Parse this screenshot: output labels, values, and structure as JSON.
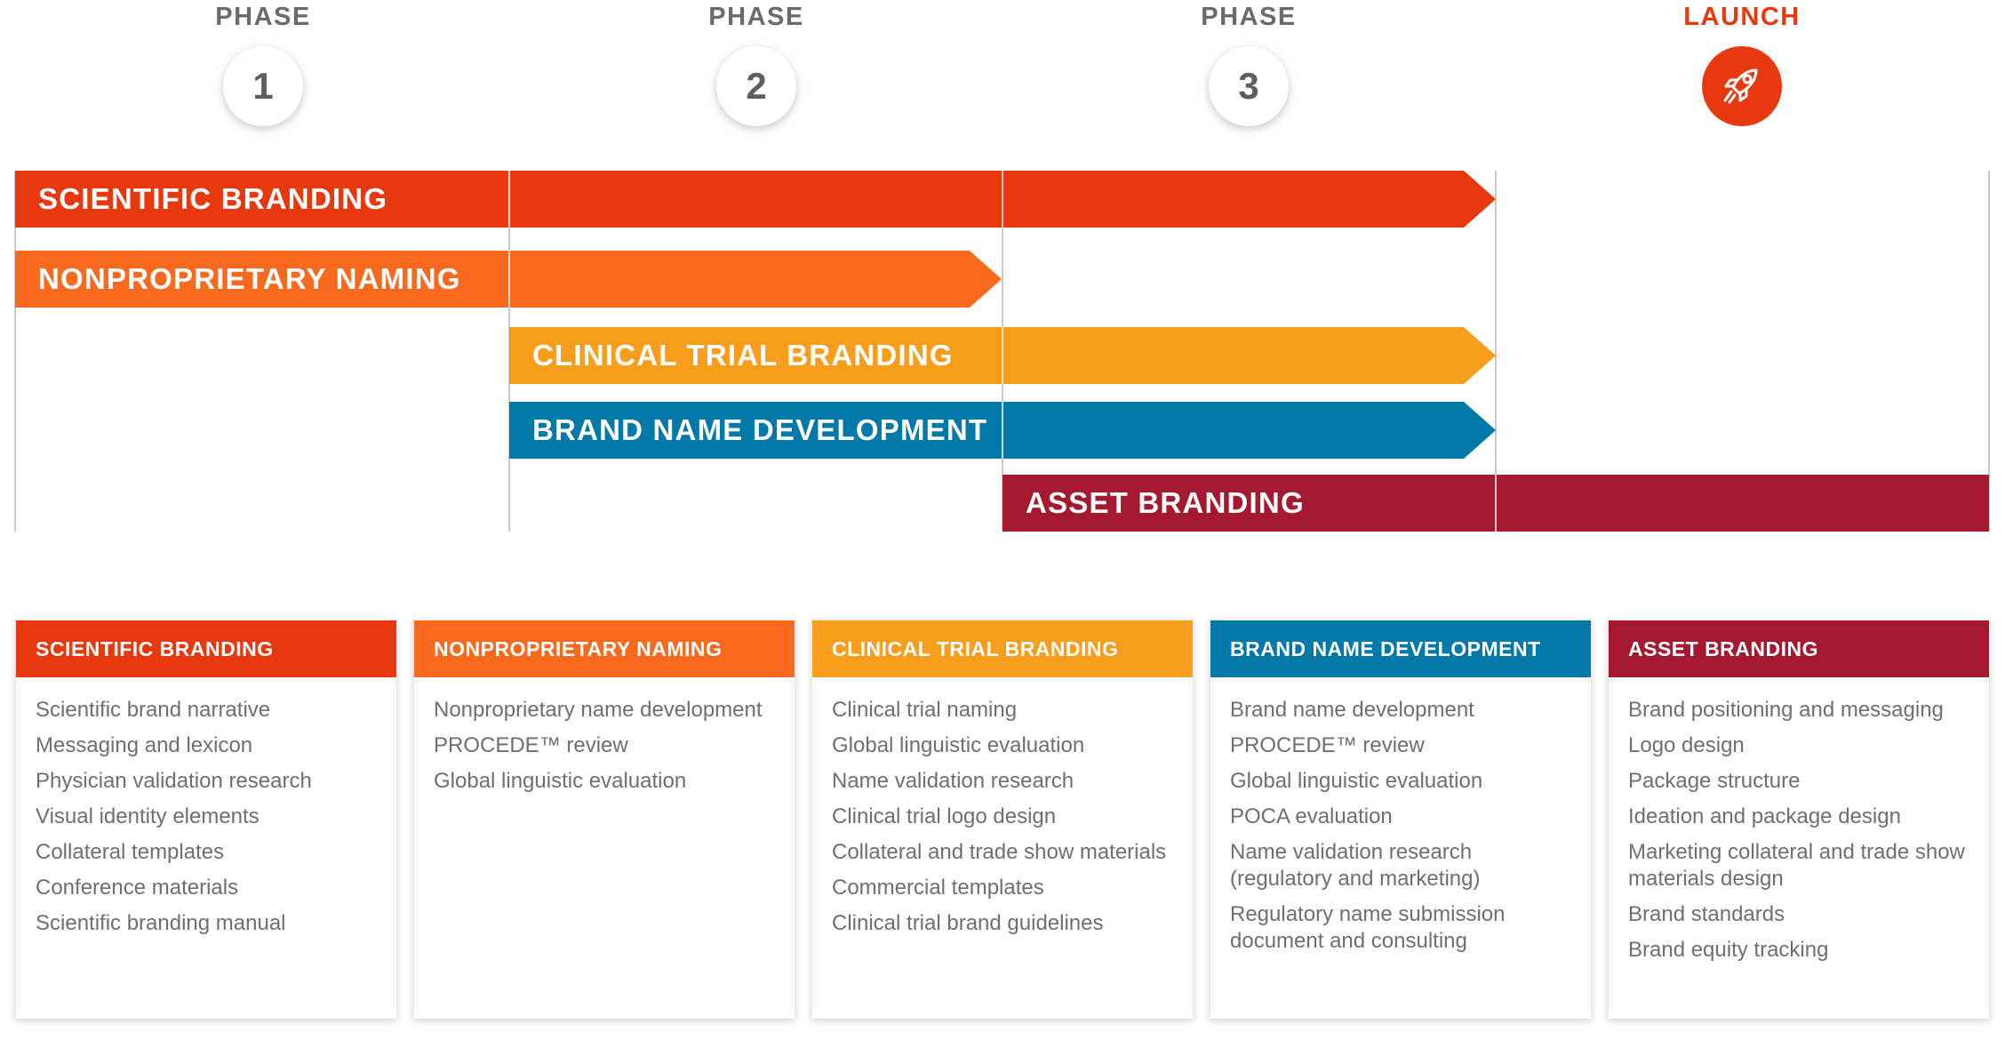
{
  "phases": [
    {
      "label": "PHASE",
      "number": "1"
    },
    {
      "label": "PHASE",
      "number": "2"
    },
    {
      "label": "PHASE",
      "number": "3"
    },
    {
      "label": "LAUNCH",
      "icon": "rocket-icon"
    }
  ],
  "bars": [
    {
      "label": "SCIENTIFIC BRANDING",
      "color": "#e8380d"
    },
    {
      "label": "NONPROPRIETARY NAMING",
      "color": "#f96a1f"
    },
    {
      "label": "CLINICAL TRIAL BRANDING",
      "color": "#f99d1c"
    },
    {
      "label": "BRAND NAME DEVELOPMENT",
      "color": "#0079a8"
    },
    {
      "label": "ASSET BRANDING",
      "color": "#a51930"
    }
  ],
  "cards": [
    {
      "title": "SCIENTIFIC BRANDING",
      "color": "#e8380d",
      "items": [
        "Scientific brand narrative",
        "Messaging and lexicon",
        "Physician validation research",
        "Visual identity elements",
        "Collateral templates",
        "Conference materials",
        "Scientific branding manual"
      ]
    },
    {
      "title": "NONPROPRIETARY NAMING",
      "color": "#f96a1f",
      "items": [
        "Nonproprietary name development",
        "PROCEDE™ review",
        "Global linguistic evaluation"
      ]
    },
    {
      "title": "CLINICAL TRIAL BRANDING",
      "color": "#f99d1c",
      "items": [
        "Clinical trial naming",
        "Global linguistic evaluation",
        "Name validation research",
        "Clinical trial logo design",
        "Collateral and trade show materials",
        "Commercial templates",
        "Clinical trial brand guidelines"
      ]
    },
    {
      "title": "BRAND NAME DEVELOPMENT",
      "color": "#0079a8",
      "items": [
        "Brand name development",
        "PROCEDE™ review",
        "Global linguistic evaluation",
        "POCA evaluation",
        "Name validation research (regulatory and marketing)",
        "Regulatory name submission document and consulting"
      ]
    },
    {
      "title": "ASSET BRANDING",
      "color": "#a51930",
      "items": [
        "Brand positioning and messaging",
        "Logo design",
        "Package structure",
        "Ideation and package design",
        "Marketing collateral and trade show materials design",
        "Brand standards",
        "Brand equity tracking"
      ]
    }
  ]
}
